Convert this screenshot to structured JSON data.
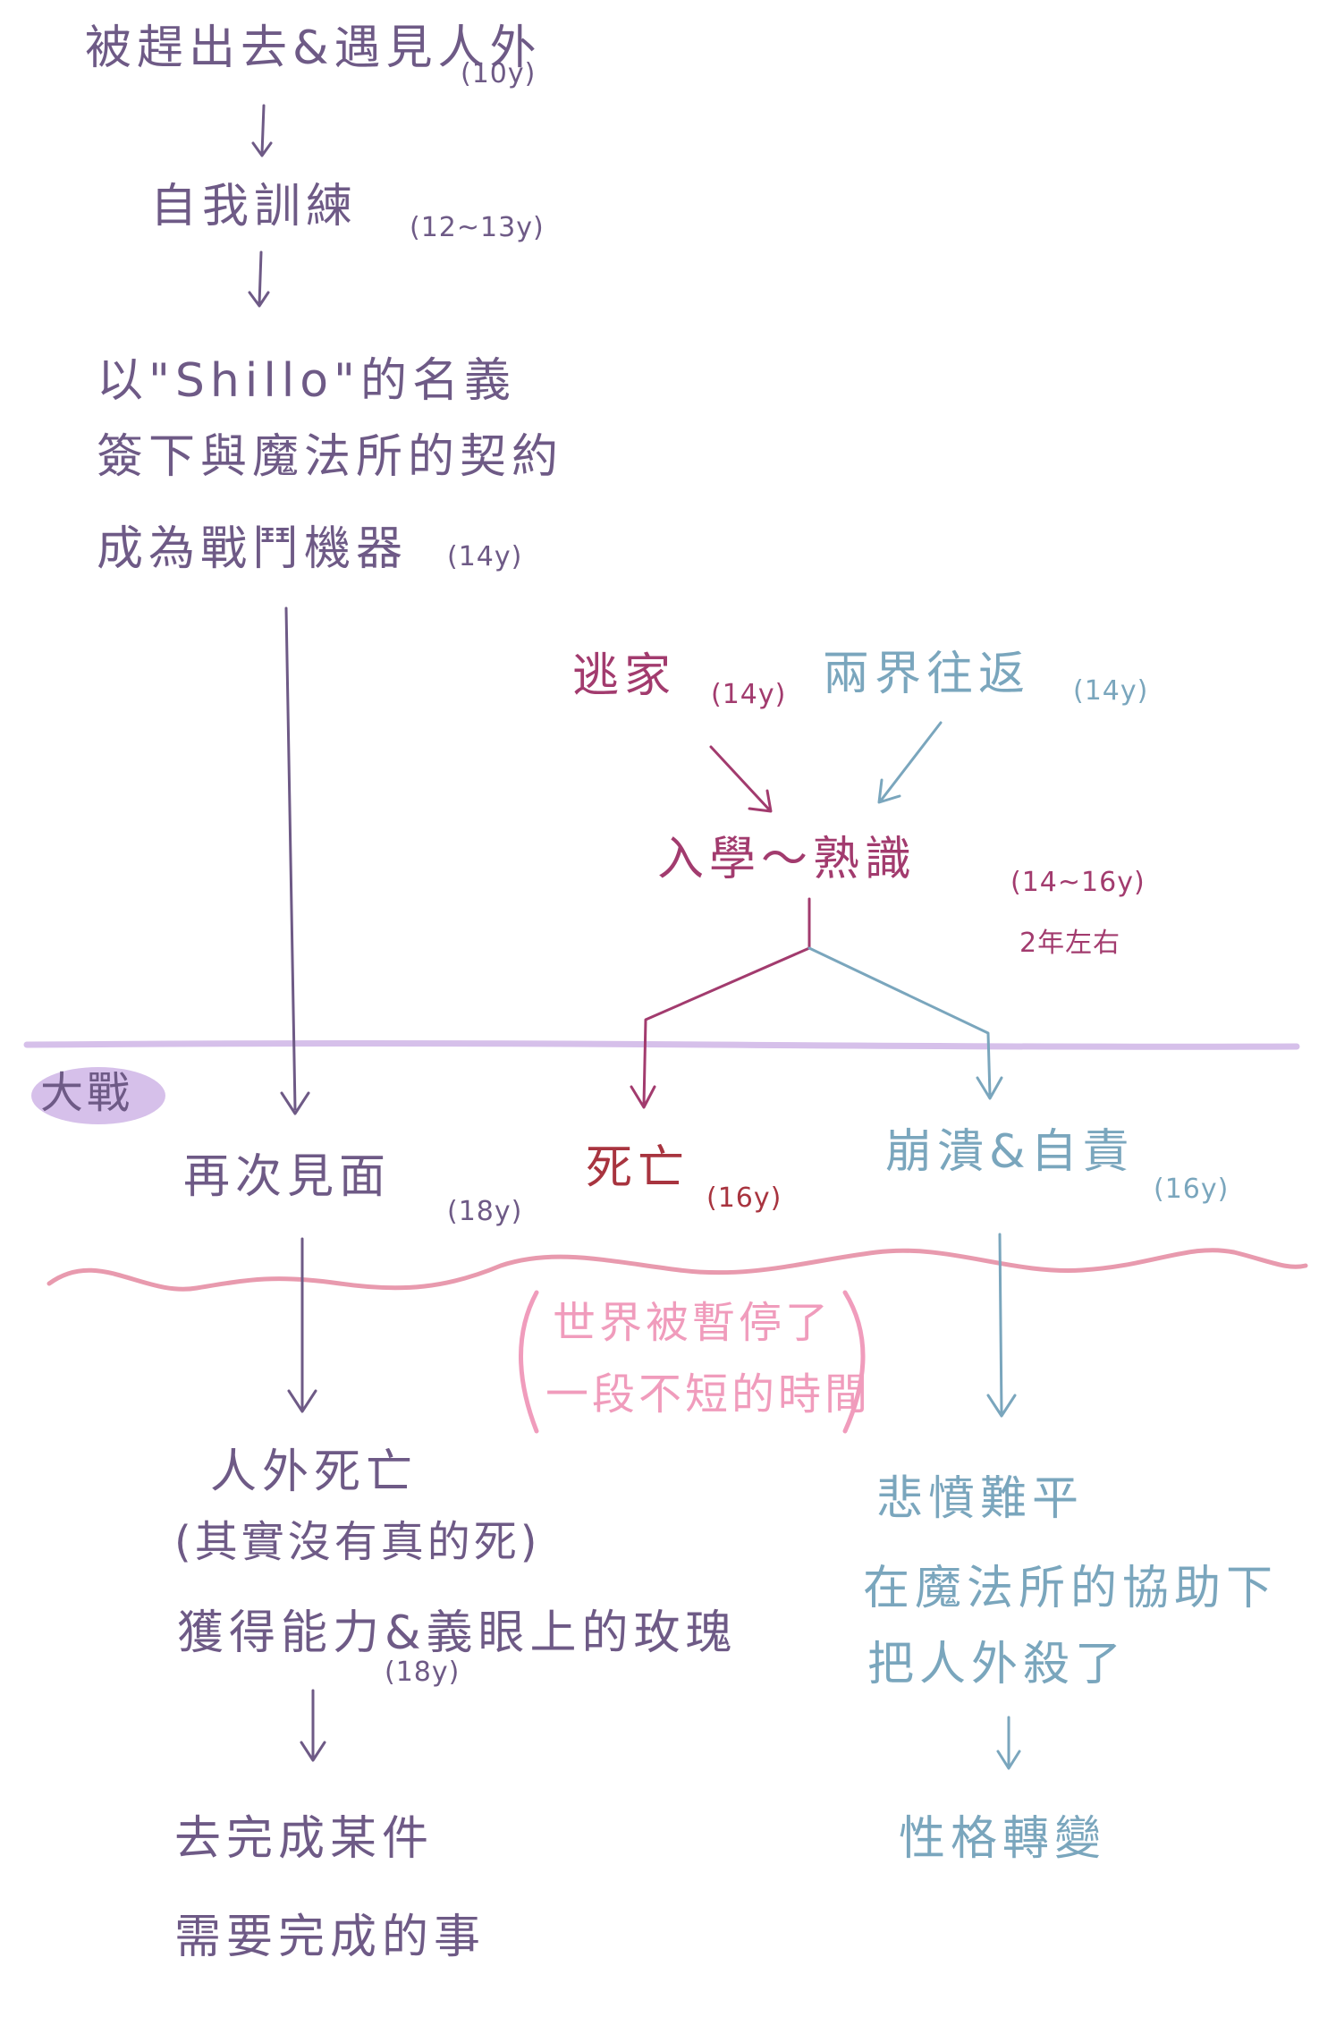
{
  "colors": {
    "purple": "#6e5a86",
    "magenta": "#a23b6e",
    "blue": "#7aa6bd",
    "red": "#a8343f",
    "pink": "#e89aae",
    "lavender": "#d6c0ea",
    "pale_pink": "#f09cbc"
  },
  "left_column": {
    "kicked_out": "被趕出去&遇見人外",
    "kicked_out_age": "(10y)",
    "self_training": "自我訓練",
    "self_training_age": "(12~13y)",
    "shillo_line1": "以\"Shillo\"的名義",
    "shillo_line2": "簽下與魔法所的契約",
    "shillo_line3": "成為戰鬥機器",
    "shillo_age": "(14y)",
    "meet_again": "再次見面",
    "meet_again_age": "(18y)",
    "death_line1": "人外死亡",
    "death_line2": "(其實沒有真的死)",
    "power_line": "獲得能力&義眼上的玫瑰",
    "power_age": "(18y)",
    "finish_line1": "去完成某件",
    "finish_line2": "需要完成的事"
  },
  "right_column": {
    "run_away": "逃家",
    "run_away_age": "(14y)",
    "two_worlds": "兩界往返",
    "two_worlds_age": "(14y)",
    "school": "入學～熟識",
    "school_age": "(14~16y)",
    "school_note": "2年左右",
    "dead": "死亡",
    "dead_age": "(16y)",
    "breakdown": "崩潰&自責",
    "breakdown_age": "(16y)",
    "grief_line1": "悲憤難平",
    "grief_line2": "在魔法所的協助下",
    "grief_line3": "把人外殺了",
    "change": "性格轉變"
  },
  "separators": {
    "war_label": "大戰",
    "pause_line1": "世界被暫停了",
    "pause_line2": "一段不短的時間"
  }
}
